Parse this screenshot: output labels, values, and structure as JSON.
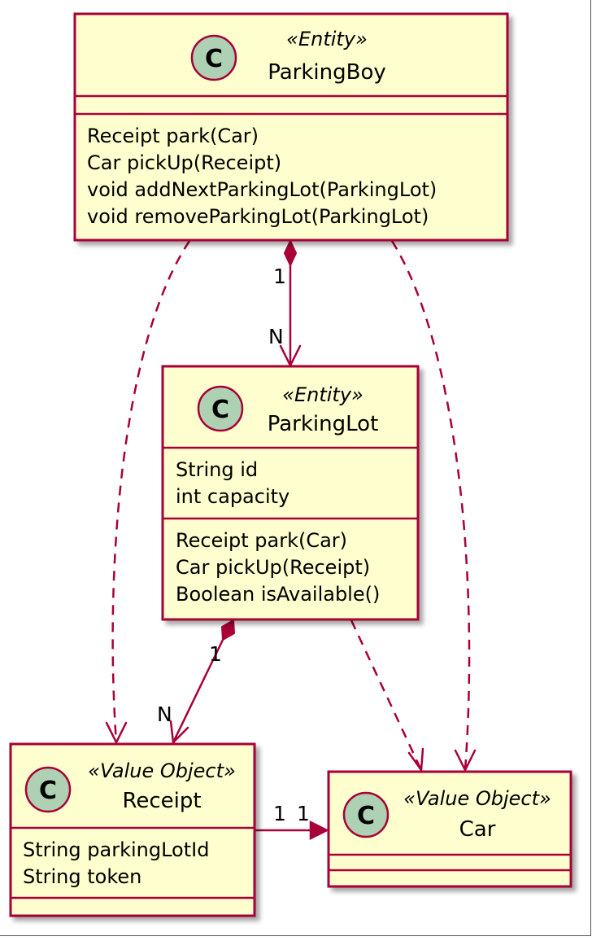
{
  "diagram": {
    "classes": {
      "parking_boy": {
        "stereotype": "«Entity»",
        "name": "ParkingBoy",
        "icon": "C",
        "attributes": [],
        "methods": [
          "Receipt park(Car)",
          "Car pickUp(Receipt)",
          "void addNextParkingLot(ParkingLot)",
          "void removeParkingLot(ParkingLot)"
        ]
      },
      "parking_lot": {
        "stereotype": "«Entity»",
        "name": "ParkingLot",
        "icon": "C",
        "attributes": [
          "String id",
          "int capacity"
        ],
        "methods": [
          "Receipt park(Car)",
          "Car pickUp(Receipt)",
          "Boolean isAvailable()"
        ]
      },
      "receipt": {
        "stereotype": "«Value Object»",
        "name": "Receipt",
        "icon": "C",
        "attributes": [
          "String parkingLotId",
          "String token"
        ],
        "methods": []
      },
      "car": {
        "stereotype": "«Value Object»",
        "name": "Car",
        "icon": "C",
        "attributes": [],
        "methods": []
      }
    },
    "relations": {
      "boy_lot": {
        "type": "composition",
        "source_mult": "1",
        "target_mult": "N"
      },
      "lot_receipt": {
        "type": "composition",
        "source_mult": "1",
        "target_mult": "N"
      },
      "receipt_car": {
        "type": "association",
        "source_mult": "1",
        "target_mult": "1"
      },
      "boy_receipt": {
        "type": "dependency"
      },
      "boy_car": {
        "type": "dependency"
      },
      "lot_car": {
        "type": "dependency"
      }
    },
    "colors": {
      "class_fill": "#FEFECE",
      "border": "#A80036",
      "circle_fill": "#ADD1B2"
    }
  }
}
